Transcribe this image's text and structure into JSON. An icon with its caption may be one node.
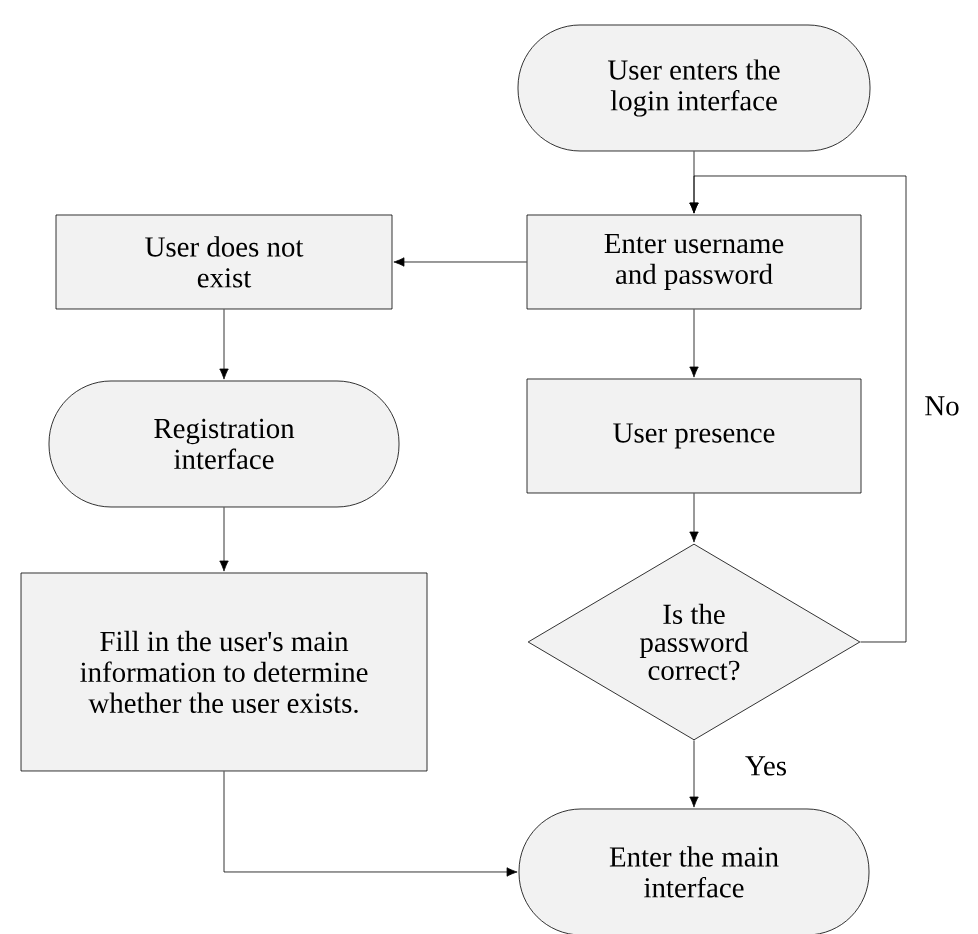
{
  "diagram": {
    "nodes": [
      {
        "text": [
          "User enters the login interface"
        ]
      },
      {
        "text": [
          "Enter username and password"
        ]
      },
      {
        "text": [
          "User does not exist"
        ]
      },
      {
        "text": [
          "User presence"
        ]
      },
      {
        "text": [
          "Registration interface"
        ]
      },
      {
        "text": [
          "Fill in the user's main information to determine whether the user exists."
        ]
      },
      {
        "text": [
          "Is the password correct?"
        ]
      },
      {
        "text": [
          "Enter the main interface"
        ]
      }
    ],
    "edges": [
      {
        "from": 0,
        "to": 1,
        "arrow": "to"
      },
      {
        "from": 1,
        "to": 2,
        "arrow": "to"
      },
      {
        "from": 1,
        "to": 3,
        "arrow": "to"
      },
      {
        "from": 2,
        "to": 4,
        "arrow": "to"
      },
      {
        "from": 3,
        "to": 6,
        "arrow": "to"
      },
      {
        "from": 6,
        "to": 1,
        "arrow": "to",
        "label": "No"
      },
      {
        "from": 4,
        "to": 5,
        "arrow": "to"
      },
      {
        "from": 6,
        "to": 7,
        "arrow": "to",
        "label": "Yes"
      },
      {
        "from": 5,
        "to": 7,
        "arrow": "to"
      }
    ]
  }
}
